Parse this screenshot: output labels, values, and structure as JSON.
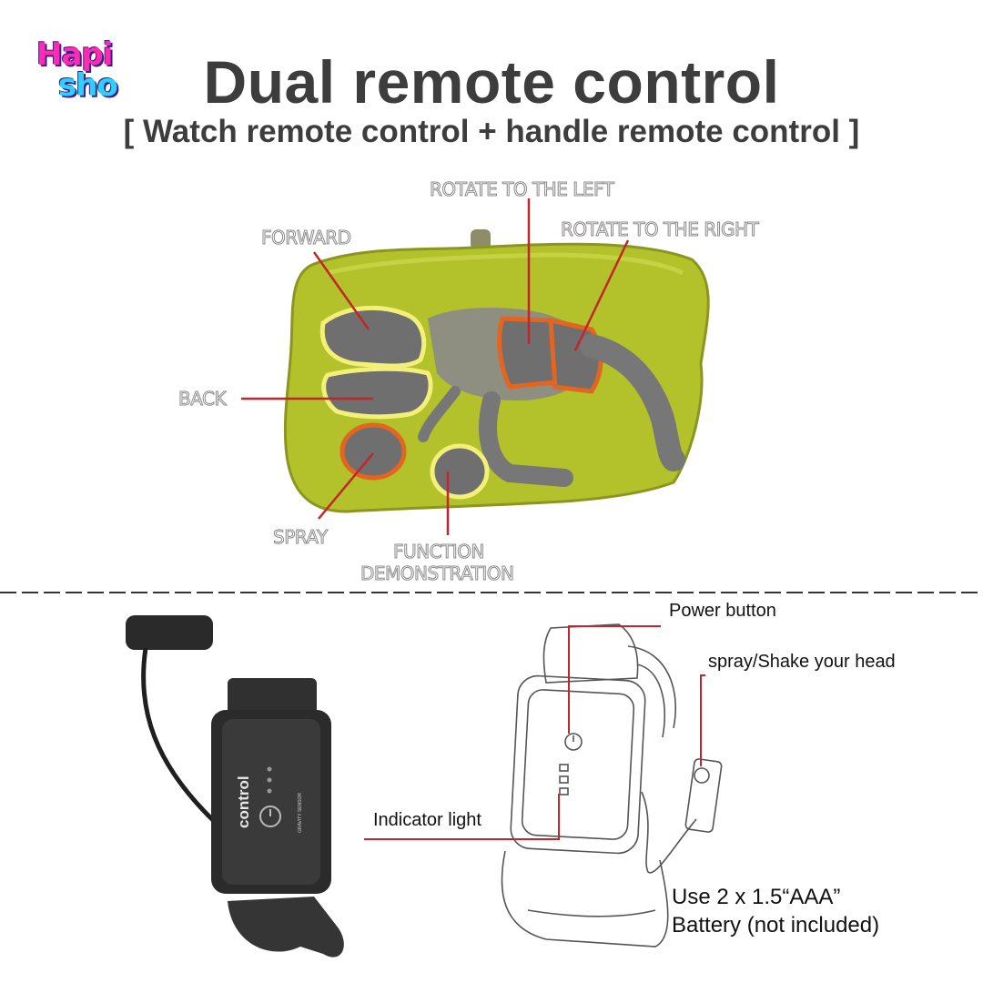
{
  "logo": {
    "line1": "Hapi",
    "line2": "sho"
  },
  "title": "Dual remote control",
  "subtitle": "[ Watch remote control + handle remote control ]",
  "handle_labels": {
    "rotate_left": "ROTATE TO THE LEFT",
    "rotate_right": "ROTATE TO THE RIGHT",
    "forward": "FORWARD",
    "back": "BACK",
    "spray": "SPRAY",
    "function_line1": "FUNCTION",
    "function_line2": "DEMONSTRATION"
  },
  "watch_device_text": {
    "brand": "control",
    "sensor": "GRAVITY SENSOR"
  },
  "watch_labels": {
    "power": "Power button",
    "spray_shake": "spray/Shake your head",
    "indicator": "Indicator light",
    "battery_line1": "Use 2 x 1.5“AAA”",
    "battery_line2": "Battery (not included)"
  },
  "colors": {
    "rock": "#b3c12a",
    "bone": "#6f6f6f",
    "highlight_yellow": "#f3f07a",
    "highlight_orange": "#e3651f",
    "callout": "#c0262b"
  }
}
